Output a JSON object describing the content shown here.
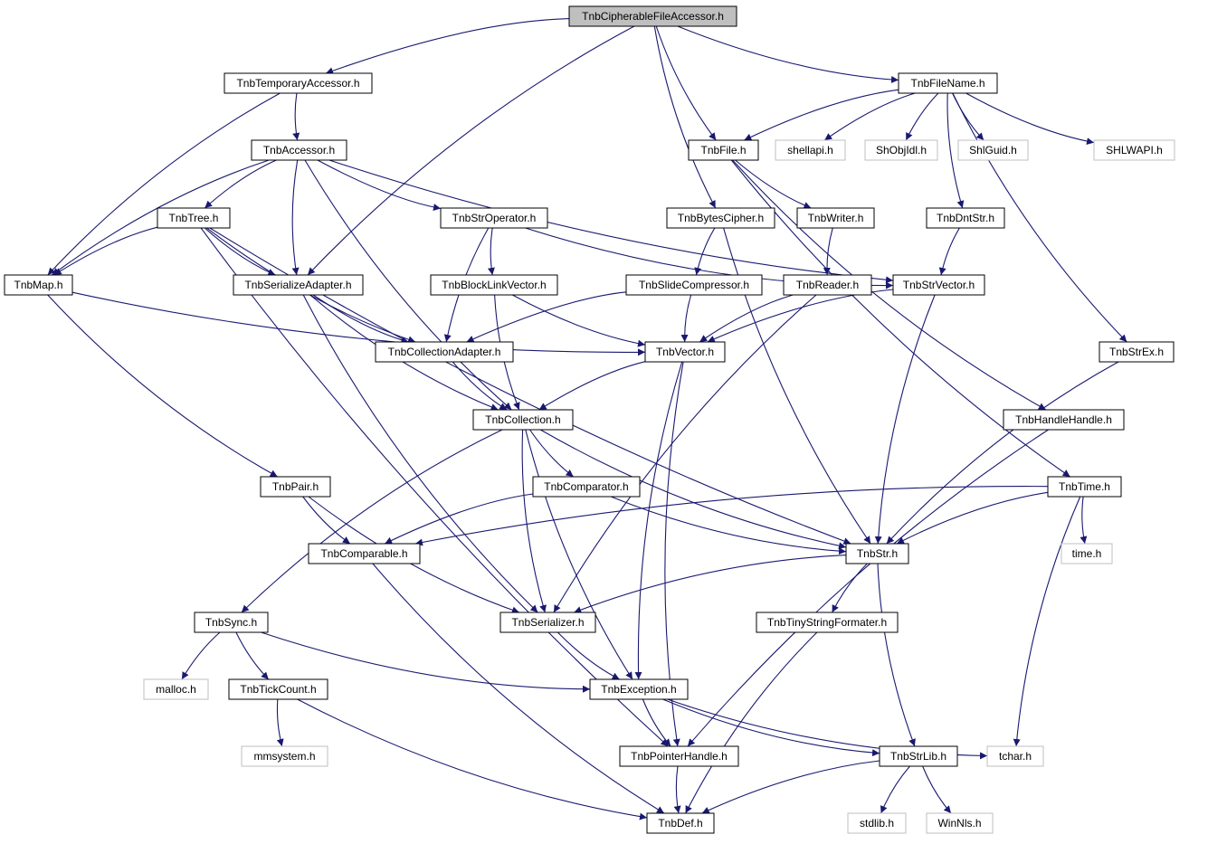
{
  "diagram": {
    "colors": {
      "edge": "#191970",
      "node_border": "#000000",
      "ghost_border": "#bfbfbf",
      "root_fill": "#bfbfbf",
      "fill": "#ffffff",
      "text": "#000000"
    },
    "nodes": [
      {
        "id": "root",
        "label": "TnbCipherableFileAccessor.h",
        "style": "root"
      },
      {
        "id": "tempacc",
        "label": "TnbTemporaryAccessor.h",
        "style": "normal"
      },
      {
        "id": "filename",
        "label": "TnbFileName.h",
        "style": "normal"
      },
      {
        "id": "accessor",
        "label": "TnbAccessor.h",
        "style": "normal"
      },
      {
        "id": "file",
        "label": "TnbFile.h",
        "style": "normal"
      },
      {
        "id": "shellapi",
        "label": "shellapi.h",
        "style": "ghost"
      },
      {
        "id": "shobjidl",
        "label": "ShObjIdl.h",
        "style": "ghost"
      },
      {
        "id": "shlguid",
        "label": "ShlGuid.h",
        "style": "ghost"
      },
      {
        "id": "shlwapi",
        "label": "SHLWAPI.h",
        "style": "ghost"
      },
      {
        "id": "tree",
        "label": "TnbTree.h",
        "style": "normal"
      },
      {
        "id": "stroperator",
        "label": "TnbStrOperator.h",
        "style": "normal"
      },
      {
        "id": "bytescipher",
        "label": "TnbBytesCipher.h",
        "style": "normal"
      },
      {
        "id": "writer",
        "label": "TnbWriter.h",
        "style": "normal"
      },
      {
        "id": "dntstr",
        "label": "TnbDntStr.h",
        "style": "normal"
      },
      {
        "id": "map",
        "label": "TnbMap.h",
        "style": "normal"
      },
      {
        "id": "serializeadapter",
        "label": "TnbSerializeAdapter.h",
        "style": "normal"
      },
      {
        "id": "blocklinkvector",
        "label": "TnbBlockLinkVector.h",
        "style": "normal"
      },
      {
        "id": "slidecompressor",
        "label": "TnbSlideCompressor.h",
        "style": "normal"
      },
      {
        "id": "reader",
        "label": "TnbReader.h",
        "style": "normal"
      },
      {
        "id": "strvector",
        "label": "TnbStrVector.h",
        "style": "normal"
      },
      {
        "id": "collectionadapter",
        "label": "TnbCollectionAdapter.h",
        "style": "normal"
      },
      {
        "id": "vector",
        "label": "TnbVector.h",
        "style": "normal"
      },
      {
        "id": "strex",
        "label": "TnbStrEx.h",
        "style": "normal"
      },
      {
        "id": "collection",
        "label": "TnbCollection.h",
        "style": "normal"
      },
      {
        "id": "handlehandle",
        "label": "TnbHandleHandle.h",
        "style": "normal"
      },
      {
        "id": "pair",
        "label": "TnbPair.h",
        "style": "normal"
      },
      {
        "id": "comparator",
        "label": "TnbComparator.h",
        "style": "normal"
      },
      {
        "id": "time",
        "label": "TnbTime.h",
        "style": "normal"
      },
      {
        "id": "comparable",
        "label": "TnbComparable.h",
        "style": "normal"
      },
      {
        "id": "str",
        "label": "TnbStr.h",
        "style": "normal"
      },
      {
        "id": "time_h",
        "label": "time.h",
        "style": "ghost"
      },
      {
        "id": "sync",
        "label": "TnbSync.h",
        "style": "normal"
      },
      {
        "id": "serializer",
        "label": "TnbSerializer.h",
        "style": "normal"
      },
      {
        "id": "tinystringformater",
        "label": "TnbTinyStringFormater.h",
        "style": "normal"
      },
      {
        "id": "malloc",
        "label": "malloc.h",
        "style": "ghost"
      },
      {
        "id": "tickcount",
        "label": "TnbTickCount.h",
        "style": "normal"
      },
      {
        "id": "exception",
        "label": "TnbException.h",
        "style": "normal"
      },
      {
        "id": "mmsystem",
        "label": "mmsystem.h",
        "style": "ghost"
      },
      {
        "id": "pointerhandle",
        "label": "TnbPointerHandle.h",
        "style": "normal"
      },
      {
        "id": "strlib",
        "label": "TnbStrLib.h",
        "style": "normal"
      },
      {
        "id": "tchar",
        "label": "tchar.h",
        "style": "ghost"
      },
      {
        "id": "def",
        "label": "TnbDef.h",
        "style": "normal"
      },
      {
        "id": "stdlib",
        "label": "stdlib.h",
        "style": "ghost"
      },
      {
        "id": "winnls",
        "label": "WinNls.h",
        "style": "ghost"
      }
    ],
    "edges": [
      [
        "root",
        "tempacc"
      ],
      [
        "root",
        "filename"
      ],
      [
        "root",
        "serializeadapter"
      ],
      [
        "root",
        "file"
      ],
      [
        "root",
        "bytescipher"
      ],
      [
        "tempacc",
        "accessor"
      ],
      [
        "tempacc",
        "map"
      ],
      [
        "filename",
        "file"
      ],
      [
        "filename",
        "shellapi"
      ],
      [
        "filename",
        "shobjidl"
      ],
      [
        "filename",
        "shlguid"
      ],
      [
        "filename",
        "shlwapi"
      ],
      [
        "filename",
        "dntstr"
      ],
      [
        "filename",
        "strex"
      ],
      [
        "accessor",
        "tree"
      ],
      [
        "accessor",
        "map"
      ],
      [
        "accessor",
        "serializeadapter"
      ],
      [
        "accessor",
        "stroperator"
      ],
      [
        "accessor",
        "strvector"
      ],
      [
        "accessor",
        "collection"
      ],
      [
        "file",
        "writer"
      ],
      [
        "file",
        "handlehandle"
      ],
      [
        "file",
        "time"
      ],
      [
        "tree",
        "map"
      ],
      [
        "tree",
        "serializeadapter"
      ],
      [
        "tree",
        "collectionadapter"
      ],
      [
        "tree",
        "str"
      ],
      [
        "tree",
        "pointerhandle"
      ],
      [
        "stroperator",
        "blocklinkvector"
      ],
      [
        "stroperator",
        "collectionadapter"
      ],
      [
        "stroperator",
        "strvector"
      ],
      [
        "bytescipher",
        "slidecompressor"
      ],
      [
        "bytescipher",
        "str"
      ],
      [
        "writer",
        "reader"
      ],
      [
        "dntstr",
        "strvector"
      ],
      [
        "map",
        "pair"
      ],
      [
        "map",
        "vector"
      ],
      [
        "serializeadapter",
        "collectionadapter"
      ],
      [
        "serializeadapter",
        "collection"
      ],
      [
        "serializeadapter",
        "serializer"
      ],
      [
        "blocklinkvector",
        "vector"
      ],
      [
        "blocklinkvector",
        "collection"
      ],
      [
        "slidecompressor",
        "vector"
      ],
      [
        "slidecompressor",
        "collectionadapter"
      ],
      [
        "reader",
        "vector"
      ],
      [
        "reader",
        "serializer"
      ],
      [
        "strvector",
        "vector"
      ],
      [
        "strvector",
        "str"
      ],
      [
        "collectionadapter",
        "collection"
      ],
      [
        "vector",
        "collection"
      ],
      [
        "vector",
        "exception"
      ],
      [
        "vector",
        "pointerhandle"
      ],
      [
        "strex",
        "str"
      ],
      [
        "collection",
        "comparator"
      ],
      [
        "collection",
        "str"
      ],
      [
        "collection",
        "serializer"
      ],
      [
        "collection",
        "sync"
      ],
      [
        "collection",
        "exception"
      ],
      [
        "handlehandle",
        "pointerhandle"
      ],
      [
        "pair",
        "comparable"
      ],
      [
        "pair",
        "serializer"
      ],
      [
        "comparator",
        "comparable"
      ],
      [
        "comparator",
        "str"
      ],
      [
        "time",
        "str"
      ],
      [
        "time",
        "comparable"
      ],
      [
        "time",
        "time_h"
      ],
      [
        "time",
        "tchar"
      ],
      [
        "comparable",
        "def"
      ],
      [
        "str",
        "serializer"
      ],
      [
        "str",
        "tinystringformater"
      ],
      [
        "str",
        "strlib"
      ],
      [
        "sync",
        "malloc"
      ],
      [
        "sync",
        "tickcount"
      ],
      [
        "sync",
        "exception"
      ],
      [
        "serializer",
        "exception"
      ],
      [
        "tinystringformater",
        "def"
      ],
      [
        "tickcount",
        "mmsystem"
      ],
      [
        "tickcount",
        "def"
      ],
      [
        "exception",
        "pointerhandle"
      ],
      [
        "exception",
        "strlib"
      ],
      [
        "exception",
        "tchar"
      ],
      [
        "pointerhandle",
        "def"
      ],
      [
        "strlib",
        "def"
      ],
      [
        "strlib",
        "stdlib"
      ],
      [
        "strlib",
        "winnls"
      ]
    ]
  }
}
